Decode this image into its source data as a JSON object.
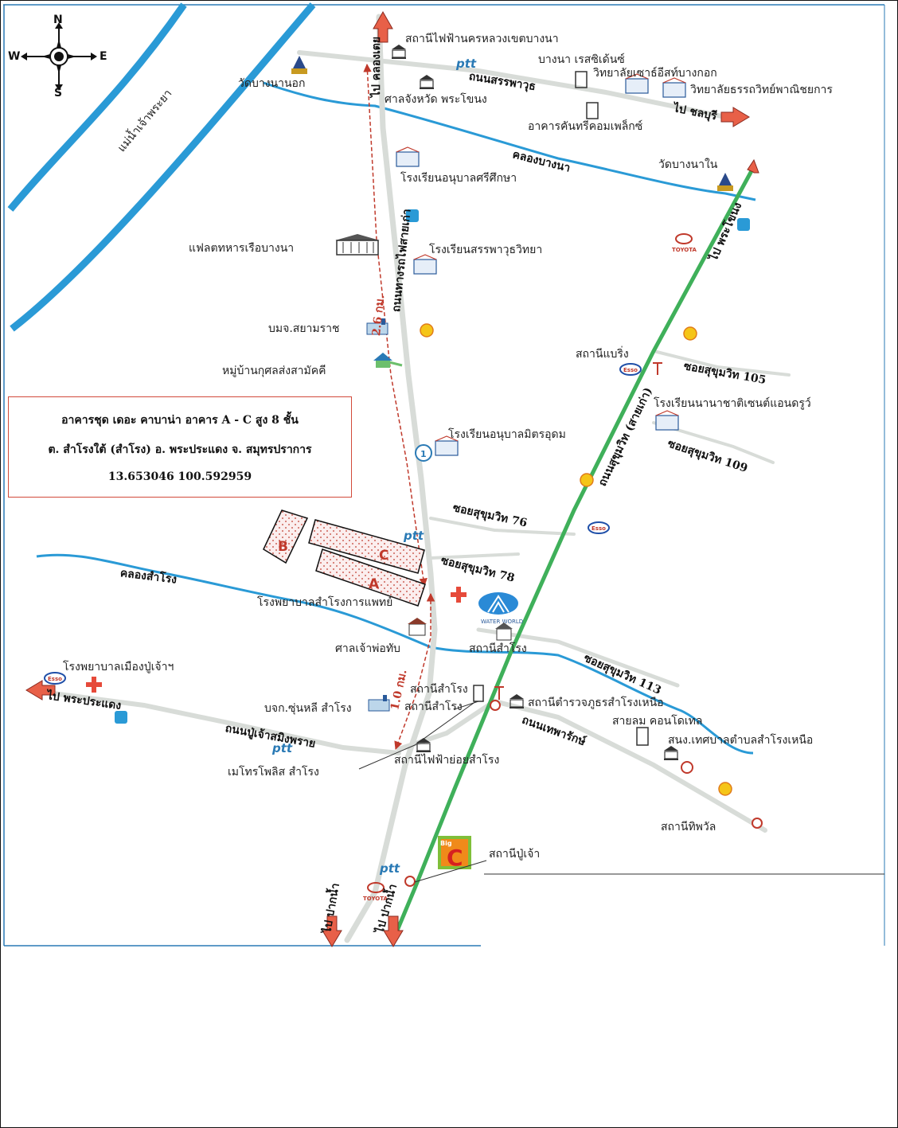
{
  "compass": {
    "n": "N",
    "s": "S",
    "e": "E",
    "w": "W"
  },
  "info_box": {
    "line1": "อาคารชุด เดอะ คาบาน่า อาคาร A - C  สูง 8 ชั้น",
    "line2": "ต. สำโรงใต้ (สำโรง) อ. พระประแดง จ. สมุทรปราการ",
    "coords": "13.653046   100.592959"
  },
  "buildings": {
    "a": "A",
    "b": "B",
    "c": "C"
  },
  "distances": {
    "d1": "2.6 กม.",
    "d2": "1.0 กม."
  },
  "waterways": {
    "river": "แม่น้ำเจ้าพระยา",
    "khlong_bang_na": "คลองบางนา",
    "khlong_samrong": "คลองสำโรง"
  },
  "roads": {
    "to_khlong_toei": "ไป คลองเตย",
    "sanphawut": "ถนนสรรพาวุธ",
    "to_chonburi": "ไป ชลบุรี",
    "poo_chao": "ถนนปู่เจ้าสมิงพราย",
    "to_phrapradaeng": "ไป พระประแดง",
    "thepharak": "ถนนเทพารักษ์",
    "sukhumvit_old": "ถนนสุขุมวิท (สายเก่า)",
    "to_prakanong": "ไป พระโขนง",
    "railway": "ถนนทางรถไฟสายเก่า",
    "to_paknam_1": "ไป ปากน้ำ",
    "to_paknam_2": "ไป ปากน้ำ"
  },
  "sois": {
    "s105": "ซอยสุขุมวิท 105",
    "s109": "ซอยสุขุมวิท 109",
    "s76": "ซอยสุขุมวิท 76",
    "s78": "ซอยสุขุมวิท 78",
    "s113": "ซอยสุขุมวิท 113"
  },
  "places": {
    "power_station": "สถานีไฟฟ้านครหลวงเขตบางนา",
    "bangna_residence": "บางนา เรสซิเด้นซ์",
    "assumption": "วิทยาลัยเซาธ์อีสท์บางกอก",
    "ratchaphruek": "วิทยาลัยธรรถวิทย์พาณิชยการ",
    "wat_bangna_nok": "วัดบางนานอก",
    "court": "ศาลจังหวัด พระโขนง",
    "kanthee": "อาคารคันทรีคอมเพล็กซ์",
    "wat_bangna_nai": "วัดบางนาใน",
    "sri_suksa": "โรงเรียนอนุบาลศรีศึกษา",
    "navy_flat": "แฟลตทหารเรือบางนา",
    "sanphawut_school": "โรงเรียนสรรพาวุธวิทยา",
    "siam_rat": "บมจ.สยามราช",
    "kusol": "หมู่บ้านกุศลส่งสามัคคี",
    "bearing": "สถานีแบริ่ง",
    "international_school": "โรงเรียนนานาชาติเซนต์แอนดรูว์",
    "mitr_udom": "โรงเรียนอนุบาลมิตรอุดม",
    "samrong_hospital": "โรงพยาบาลสำโรงการแพทย์",
    "shrine": "ศาลเจ้าพ่อทับ",
    "samrong_st": "สถานีสำโรง",
    "samrong_station_a": "สถานีสำโรง",
    "samrong_station_b": "สถานีสำโรง",
    "police": "สถานีตำรวจภูธรสำโรงเหนือ",
    "condo": "สายลม คอนโดเทล",
    "municipality": "สนง.เทศบาลตำบลสำโรงเหนือ",
    "muang_pucha_hospital": "โรงพยาบาลเมืองปู่เจ้าฯ",
    "chun_li": "บจก.ซุ่นหลี สำโรง",
    "sub_power": "สถานีไฟฟ้าย่อยสำโรง",
    "metropolis": "เมโทรโพลิส สำโรง",
    "thipawan": "สถานีทิพวัล",
    "pucha_station": "สถานีปู่เจ้า",
    "water_world": "WATER WORLD"
  },
  "brands": {
    "ptt": "ptt",
    "esso": "Esso",
    "toyota": "TOYOTA",
    "bigc_top": "Big",
    "bigc_c": "C"
  },
  "colors": {
    "river": "#2a9ad6",
    "canal": "#2a9ad6",
    "bts_line": "#3fb05a",
    "distance": "#c0392b",
    "road": "#d8dcd8",
    "box_border": "#d24a3a"
  }
}
